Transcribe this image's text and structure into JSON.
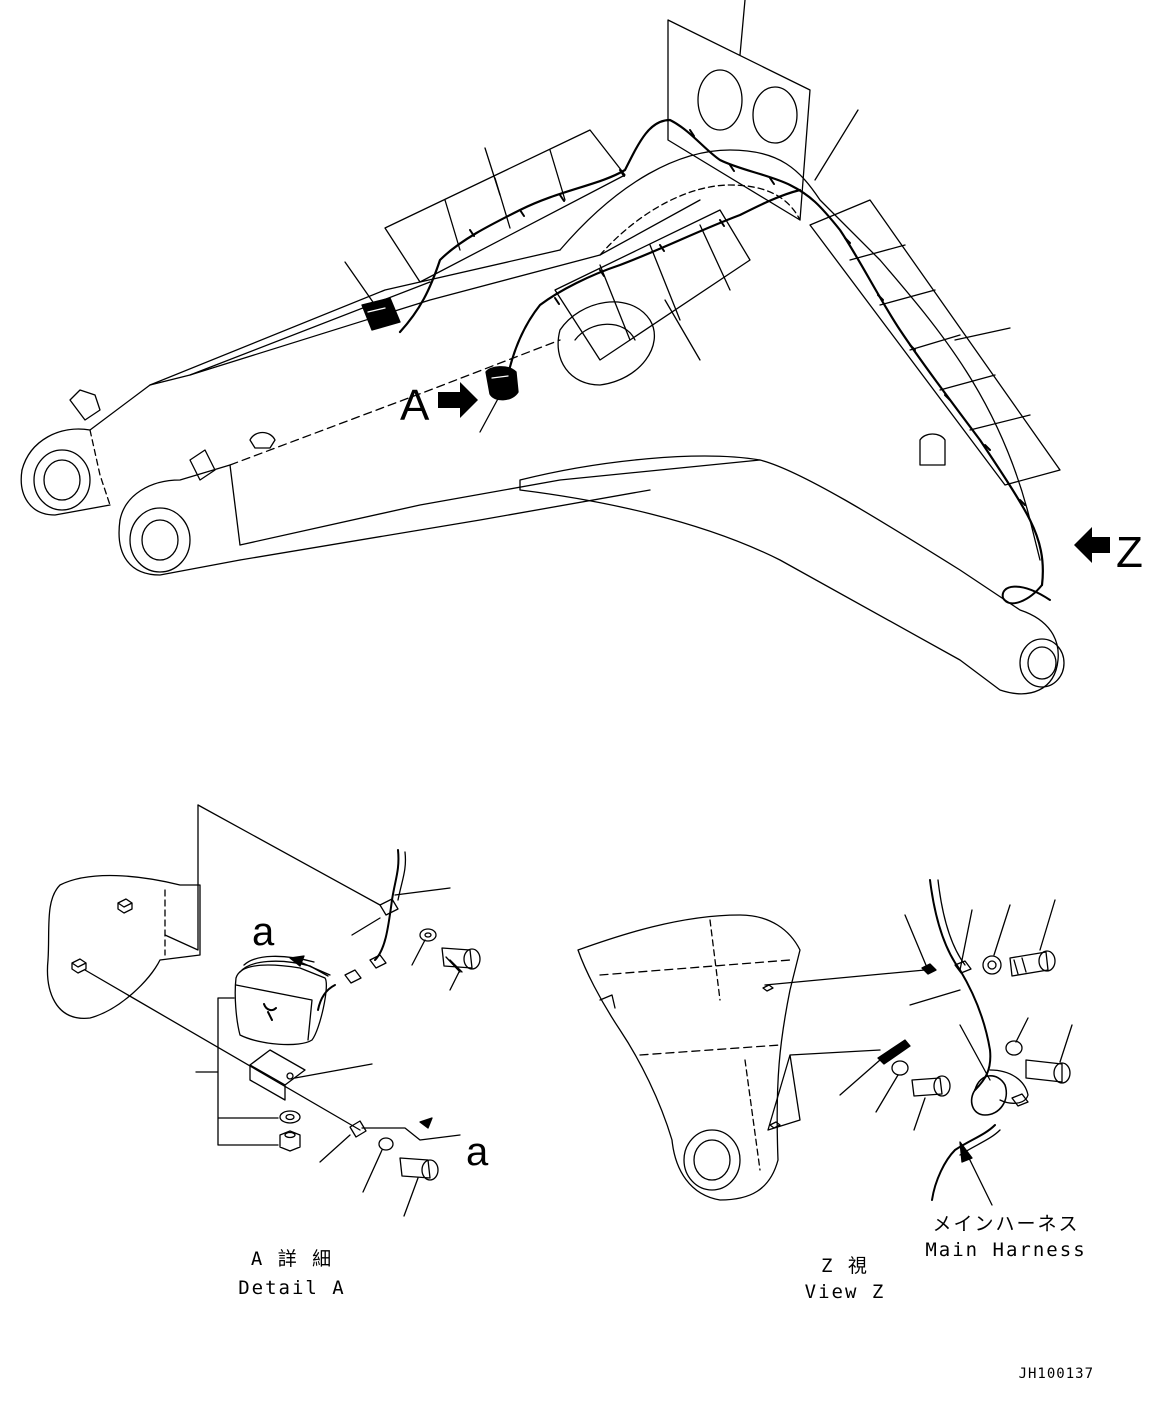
{
  "diagram": {
    "main_view": {
      "label_a": "A",
      "label_z": "Z"
    },
    "detail_a": {
      "arrow_label_top": "a",
      "arrow_label_bottom": "a",
      "caption_jp": "A 詳 細",
      "caption_en": "Detail A"
    },
    "view_z": {
      "harness_label_jp": "メインハーネス",
      "harness_label_en": "Main Harness",
      "caption_jp": "Z  視",
      "caption_en": "View Z"
    },
    "drawing_number": "JH100137"
  }
}
